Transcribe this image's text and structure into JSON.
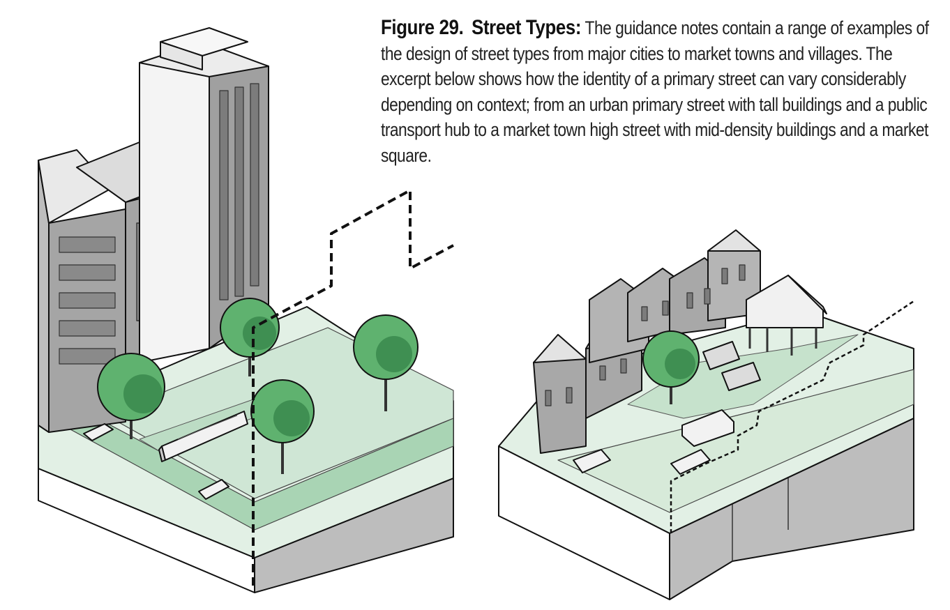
{
  "caption": {
    "figure_label": "Figure 29.",
    "title": "Street Types:",
    "body": "The guidance notes contain a range of examples of the design of street types from major cities to market towns and villages. The excerpt below shows how the identity of a primary street can vary considerably depending on context; from an urban primary street with tall buildings and a public transport hub to a market town high street with mid-density buildings and a market square."
  },
  "colors": {
    "green_light": "#dbece0",
    "green_mid": "#a8d3b3",
    "tree_green": "#5fb26f",
    "tree_dark": "#3f8f52",
    "building": "#a9a9a9",
    "building_light": "#d2d2d2",
    "ground_side": "#bdbdbd",
    "ground_side_dark": "#8d8d8d",
    "line": "#111111"
  },
  "scenes": [
    {
      "id": "urban-primary-street",
      "icon": "urban-street-illustration"
    },
    {
      "id": "market-town-high-street",
      "icon": "market-town-illustration"
    }
  ]
}
